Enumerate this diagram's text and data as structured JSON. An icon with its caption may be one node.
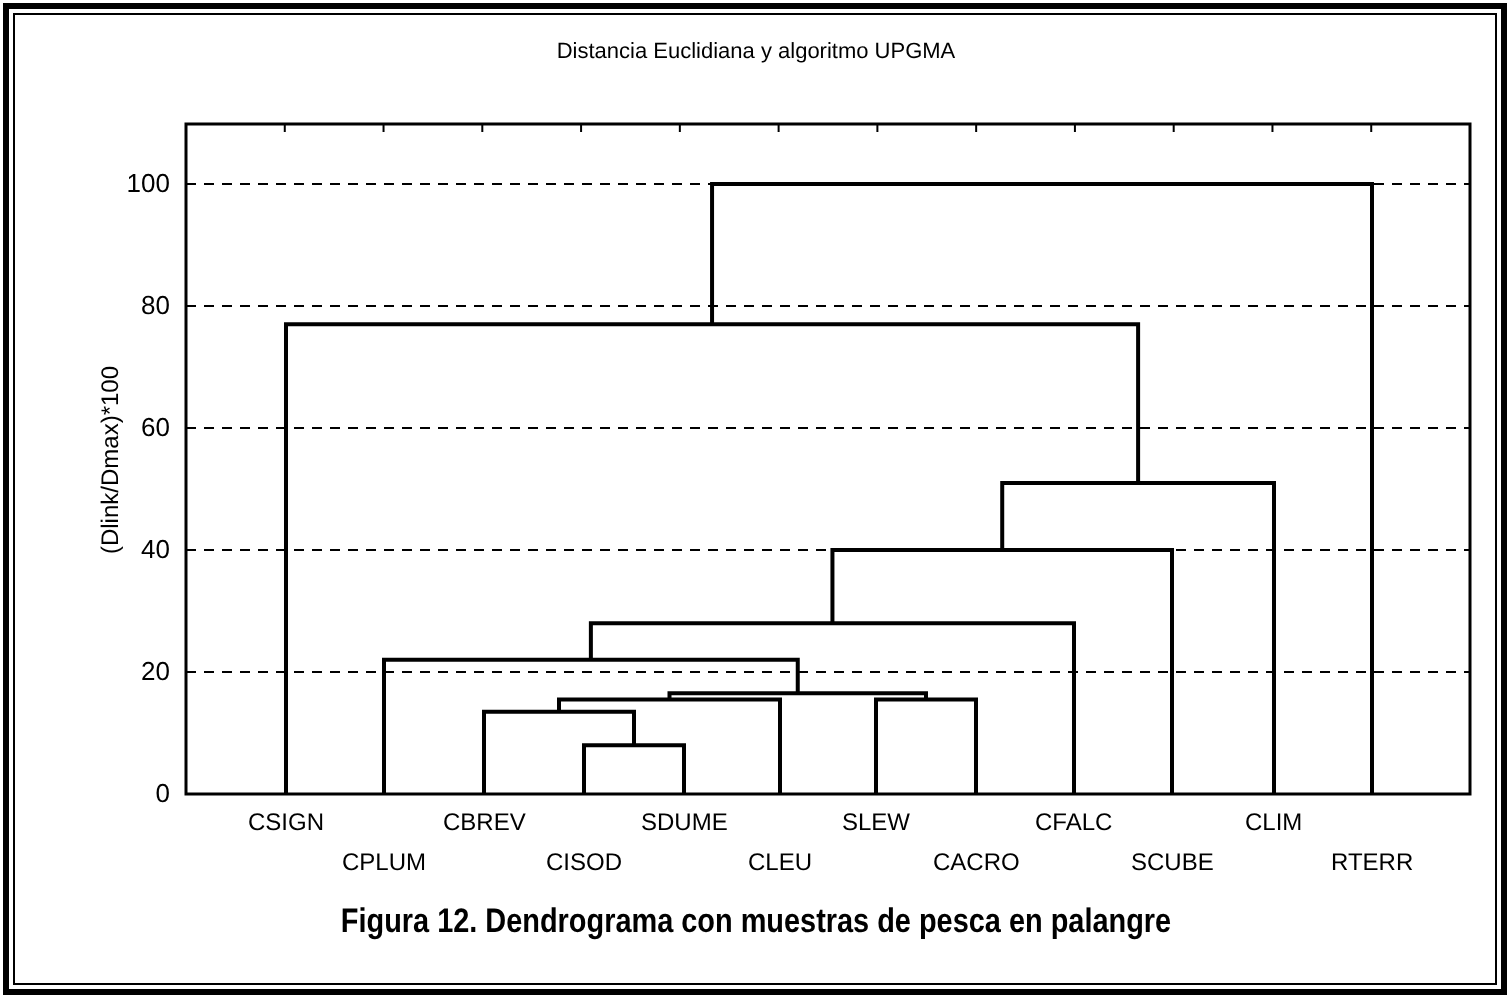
{
  "diagram": {
    "title": "Distancia Euclidiana y algoritmo UPGMA",
    "caption": "Figura 12. Dendrograma con muestras de pesca en palangre",
    "labels": [
      "100",
      "80",
      "60",
      "40",
      "20",
      "0",
      "(Dlink/Dmax)*100",
      "CSIGN",
      "CBREV",
      "SDUME",
      "SLEW",
      "CFALC",
      "CLIM",
      "CPLUM",
      "CISOD",
      "CLEU",
      "CACRO",
      "SCUBE",
      "RTERR"
    ]
  }
}
